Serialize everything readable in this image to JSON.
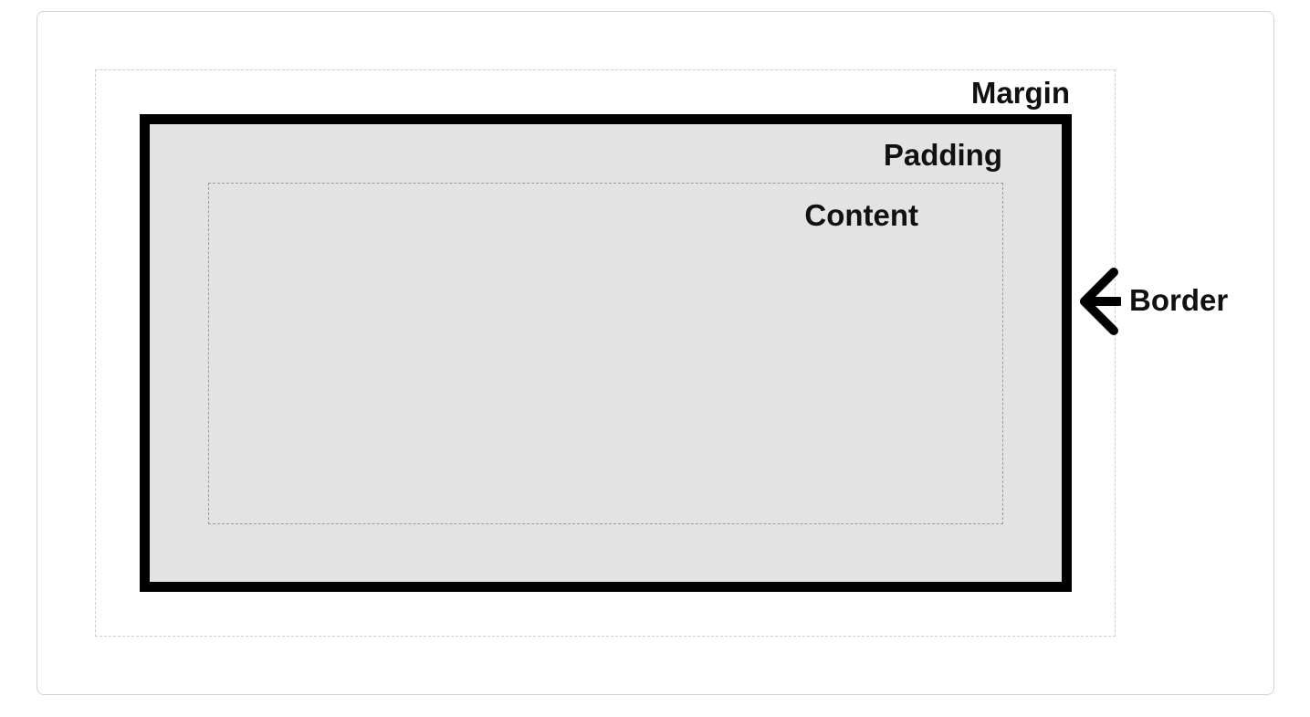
{
  "diagram": {
    "labels": {
      "margin": "Margin",
      "padding": "Padding",
      "content": "Content",
      "border": "Border"
    },
    "colors": {
      "border_stroke": "#000000",
      "padding_fill": "#e3e3e3",
      "margin_dash": "#cfcfcf",
      "content_dash": "#9a9a9a",
      "card_outline": "#d3d3d3"
    },
    "icons": {
      "border_pointer": "arrow-left-icon"
    }
  }
}
